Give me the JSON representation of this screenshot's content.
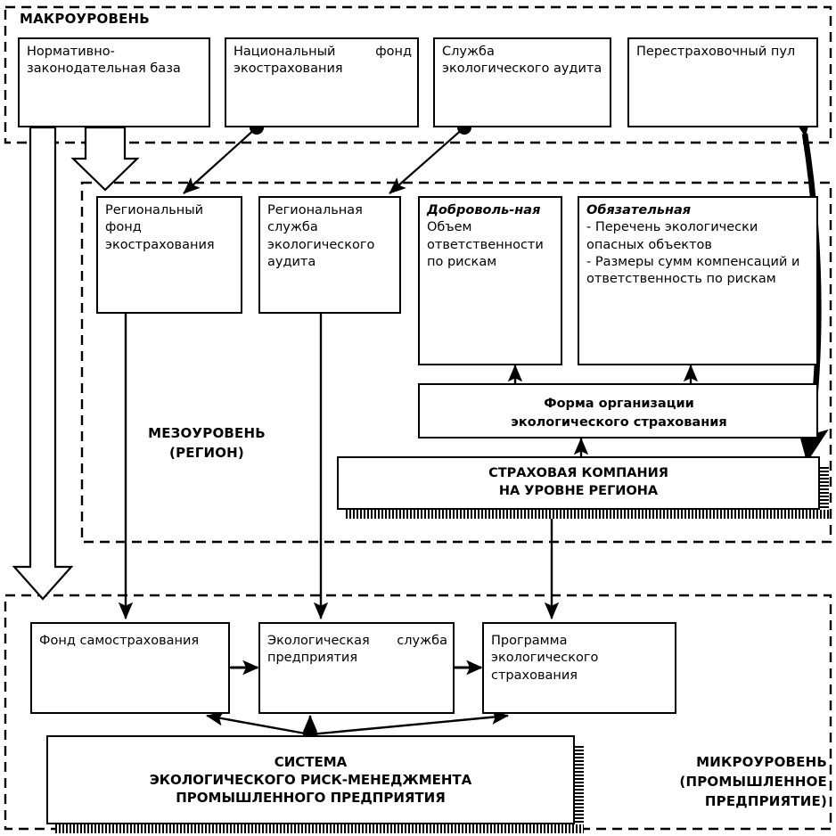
{
  "title": "Структура системы экологического страхования",
  "levels": {
    "macro": {
      "label": "МАКРОУРОВЕНЬ"
    },
    "meso": {
      "label_line1": "МЕЗОУРОВЕНЬ",
      "label_line2": "(РЕГИОН)"
    },
    "micro": {
      "label_line1": "МИКРОУРОВЕНЬ",
      "label_line2": "(ПРОМЫШЛЕННОЕ",
      "label_line3": "ПРЕДПРИЯТИЕ)"
    }
  },
  "macro_boxes": [
    {
      "id": "legal-base",
      "text": "Нормативно-законодательная база"
    },
    {
      "id": "national-fund",
      "text": "Национальный фонд экострахования"
    },
    {
      "id": "eco-audit-service",
      "text": "Служба экологического аудита"
    },
    {
      "id": "reinsurance-pool",
      "text": "Перестраховочный пул"
    }
  ],
  "meso_boxes": [
    {
      "id": "regional-fund",
      "text": "Региональный фонд экострахования"
    },
    {
      "id": "regional-audit",
      "text": "Региональная служба экологического аудита"
    },
    {
      "id": "voluntary",
      "heading": "Доброволь-ная",
      "text": "Объем ответственности по рискам"
    },
    {
      "id": "obligatory",
      "heading": "Обязательная",
      "line1": "- Перечень экологически опасных объектов",
      "line2": "- Размеры сумм компенсаций и ответственность по рискам"
    }
  ],
  "meso_form": {
    "id": "insurance-form",
    "line1": "Форма организации",
    "line2": "экологического страхования"
  },
  "meso_company": {
    "id": "regional-insurance-company",
    "line1": "СТРАХОВАЯ КОМПАНИЯ",
    "line2": "НА УРОВНЕ РЕГИОНА"
  },
  "micro_boxes": [
    {
      "id": "self-insurance-fund",
      "text": "Фонд самострахования"
    },
    {
      "id": "enterprise-eco-service",
      "text": "Экологическая служба предприятия"
    },
    {
      "id": "eco-insurance-program",
      "text": "Программа экологического страхования"
    }
  ],
  "micro_system": {
    "id": "risk-management-system",
    "line1": "СИСТЕМА",
    "line2": "ЭКОЛОГИЧЕСКОГО РИСК-МЕНЕДЖМЕНТА",
    "line3": "ПРОМЫШЛЕННОГО ПРЕДПРИЯТИЯ"
  },
  "colors": {
    "stroke": "#000000",
    "fill": "#ffffff",
    "background": "#ffffff"
  },
  "chart_data": {
    "type": "diagram",
    "title": "Трёхуровневая система экологического страхования",
    "nodes": [
      {
        "id": "legal-base",
        "level": "macro",
        "label": "Нормативно-законодательная база"
      },
      {
        "id": "national-fund",
        "level": "macro",
        "label": "Национальный фонд экострахования"
      },
      {
        "id": "eco-audit-service",
        "level": "macro",
        "label": "Служба экологического аудита"
      },
      {
        "id": "reinsurance-pool",
        "level": "macro",
        "label": "Перестраховочный пул"
      },
      {
        "id": "regional-fund",
        "level": "meso",
        "label": "Региональный фонд экострахования"
      },
      {
        "id": "regional-audit",
        "level": "meso",
        "label": "Региональная служба экологического аудита"
      },
      {
        "id": "voluntary",
        "level": "meso",
        "label": "Добровольная"
      },
      {
        "id": "obligatory",
        "level": "meso",
        "label": "Обязательная"
      },
      {
        "id": "insurance-form",
        "level": "meso",
        "label": "Форма организации экологического страхования"
      },
      {
        "id": "regional-insurance-company",
        "level": "meso",
        "label": "СТРАХОВАЯ КОМПАНИЯ НА УРОВНЕ РЕГИОНА"
      },
      {
        "id": "self-insurance-fund",
        "level": "micro",
        "label": "Фонд самострахования"
      },
      {
        "id": "enterprise-eco-service",
        "level": "micro",
        "label": "Экологическая служба предприятия"
      },
      {
        "id": "eco-insurance-program",
        "level": "micro",
        "label": "Программа экологического страхования"
      },
      {
        "id": "risk-management-system",
        "level": "micro",
        "label": "СИСТЕМА ЭКОЛОГИЧЕСКОГО РИСК-МЕНЕДЖМЕНТА ПРОМЫШЛЕННОГО ПРЕДПРИЯТИЯ"
      }
    ],
    "edges": [
      {
        "from": "legal-base",
        "to": "meso-level",
        "style": "hollow-block-arrow"
      },
      {
        "from": "legal-base",
        "to": "micro-level",
        "style": "hollow-block-arrow"
      },
      {
        "from": "national-fund",
        "to": "regional-fund",
        "style": "line-arrow"
      },
      {
        "from": "eco-audit-service",
        "to": "regional-audit",
        "style": "line-arrow"
      },
      {
        "from": "reinsurance-pool",
        "to": "regional-insurance-company",
        "style": "thick-curved-double-arrow"
      },
      {
        "from": "regional-fund",
        "to": "self-insurance-fund",
        "style": "double-arrow-vertical"
      },
      {
        "from": "regional-audit",
        "to": "enterprise-eco-service",
        "style": "arrow-down"
      },
      {
        "from": "regional-insurance-company",
        "to": "insurance-form",
        "style": "arrow-up"
      },
      {
        "from": "insurance-form",
        "to": "voluntary",
        "style": "arrow-up"
      },
      {
        "from": "insurance-form",
        "to": "obligatory",
        "style": "arrow-up"
      },
      {
        "from": "regional-insurance-company",
        "to": "eco-insurance-program",
        "style": "arrow-down"
      },
      {
        "from": "self-insurance-fund",
        "to": "enterprise-eco-service",
        "style": "double-arrow-horizontal"
      },
      {
        "from": "enterprise-eco-service",
        "to": "eco-insurance-program",
        "style": "double-arrow-horizontal"
      },
      {
        "from": "risk-management-system",
        "to": "self-insurance-fund",
        "style": "arrow"
      },
      {
        "from": "risk-management-system",
        "to": "enterprise-eco-service",
        "style": "double-arrow-vertical"
      },
      {
        "from": "risk-management-system",
        "to": "eco-insurance-program",
        "style": "arrow"
      }
    ]
  }
}
